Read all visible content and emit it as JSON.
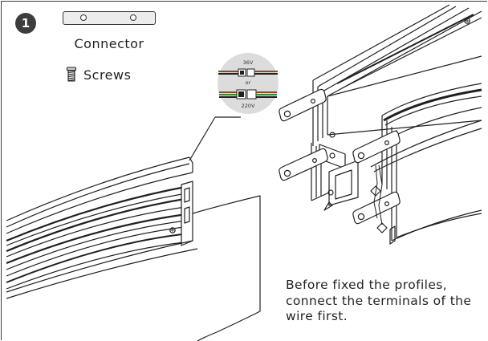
{
  "step": {
    "number": "1"
  },
  "legend": {
    "connector_label": "Connector",
    "screws_label": "Screws"
  },
  "wiring_detail": {
    "voltage_low": "36V",
    "separator": "or",
    "voltage_high": "220V"
  },
  "note": {
    "lines": [
      "Before fixed the profiles,",
      "connect the terminals of the",
      "wire first."
    ]
  },
  "colors": {
    "line": "#231f20",
    "badge": "#3d3d3d",
    "wire_brown": "#8a4a2a",
    "wire_green": "#2e8b3e",
    "detail_circle": "#dcdcdc"
  }
}
